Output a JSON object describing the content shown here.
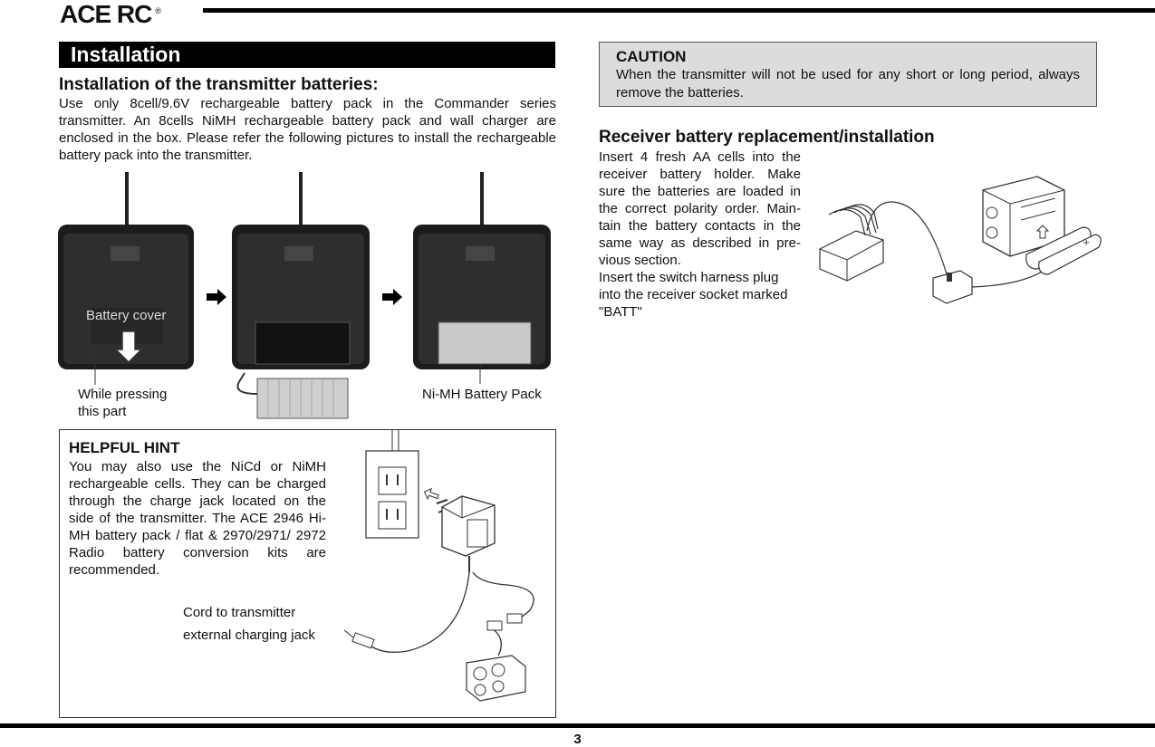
{
  "header": {
    "logo_text": "ACE RC",
    "logo_reg": "®"
  },
  "page_number": "3",
  "installation": {
    "section_title": "Installation",
    "heading": "Installation of the transmitter batteries:",
    "body": "Use only 8cell/9.6V rechargeable battery pack in the Commander series transmitter. An 8cells NiMH rechargeable battery pack and wall charger are enclosed in the box. Please refer the following pictures to install the rechargeable battery pack into the transmitter.",
    "label_battery_cover": "Battery cover",
    "label_while_pressing_1": "While pressing",
    "label_while_pressing_2": "this part",
    "label_nimh_pack": "Ni-MH Battery Pack"
  },
  "hint": {
    "title": "HELPFUL HINT",
    "body": "You may also use the NiCd or NiMH rechargeable cells. They can be charged through the charge jack located on the side of the transmitter. The ACE 2946 Hi-MH battery pack / flat & 2970/2971/ 2972 Radio battery conversion kits are recommended.",
    "cord_label_1": "Cord to transmitter",
    "cord_label_2": "external charging jack"
  },
  "caution": {
    "title": "CAUTION",
    "body": "When the transmitter will not be used for any short or long period, always remove the batteries."
  },
  "receiver": {
    "heading": "Receiver battery replacement/installation",
    "body_1": "Insert 4 fresh AA cells into the receiver battery holder. Make sure the batteries are loaded in the correct polarity order. Main-tain the battery contacts in the same way as described in pre-vious section.",
    "body_2": "Insert the switch harness plug into the receiver socket marked \"BATT\""
  }
}
